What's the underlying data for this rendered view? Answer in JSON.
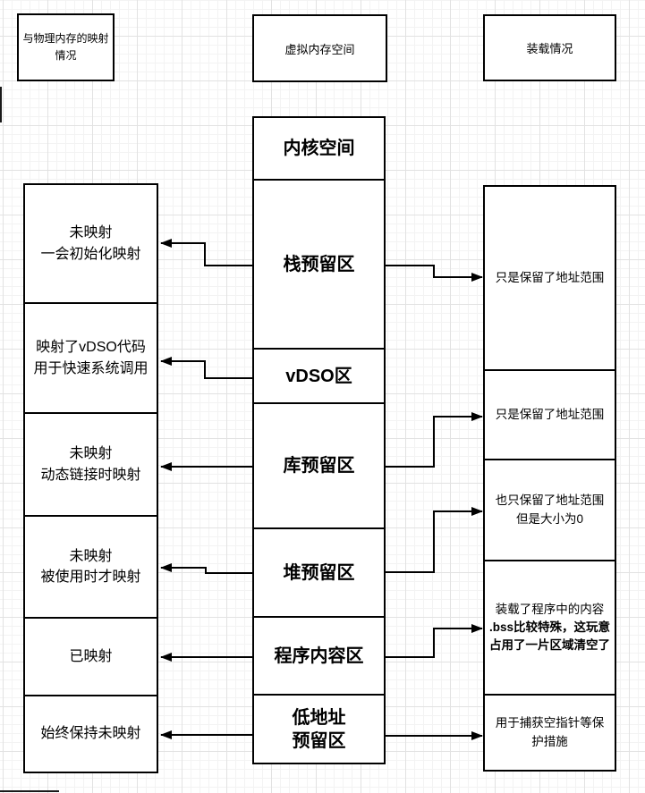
{
  "headers": {
    "left": "与物理内存的映射情况",
    "center": "虚拟内存空间",
    "right": "装载情况"
  },
  "virtual_memory_regions": [
    {
      "label": "内核空间"
    },
    {
      "label": "栈预留区"
    },
    {
      "label": "vDSO区"
    },
    {
      "label": "库预留区"
    },
    {
      "label": "堆预留区"
    },
    {
      "label": "程序内容区"
    },
    {
      "label": "低地址\n预留区"
    }
  ],
  "mapping_notes": [
    {
      "text": "未映射\n一会初始化映射"
    },
    {
      "text": "映射了vDSO代码\n用于快速系统调用"
    },
    {
      "text": "未映射\n动态链接时映射"
    },
    {
      "text": "未映射\n被使用时才映射"
    },
    {
      "text": "已映射"
    },
    {
      "text": "始终保持未映射"
    }
  ],
  "loading_notes": [
    {
      "text": "只是保留了地址范围"
    },
    {
      "text": "只是保留了地址范围"
    },
    {
      "text": "也只保留了地址范围\n但是大小为0"
    },
    {
      "text": "装载了程序中的内容",
      "bold": ".bss比较特殊，这玩意占用了一片区域清空了"
    },
    {
      "text": "用于捕获空指针等保\n护措施"
    }
  ],
  "colors": {
    "border": "#000000",
    "background": "#ffffff",
    "grid_minor": "#f3f3f3",
    "grid_major": "#e2e2e2",
    "text": "#000000"
  }
}
